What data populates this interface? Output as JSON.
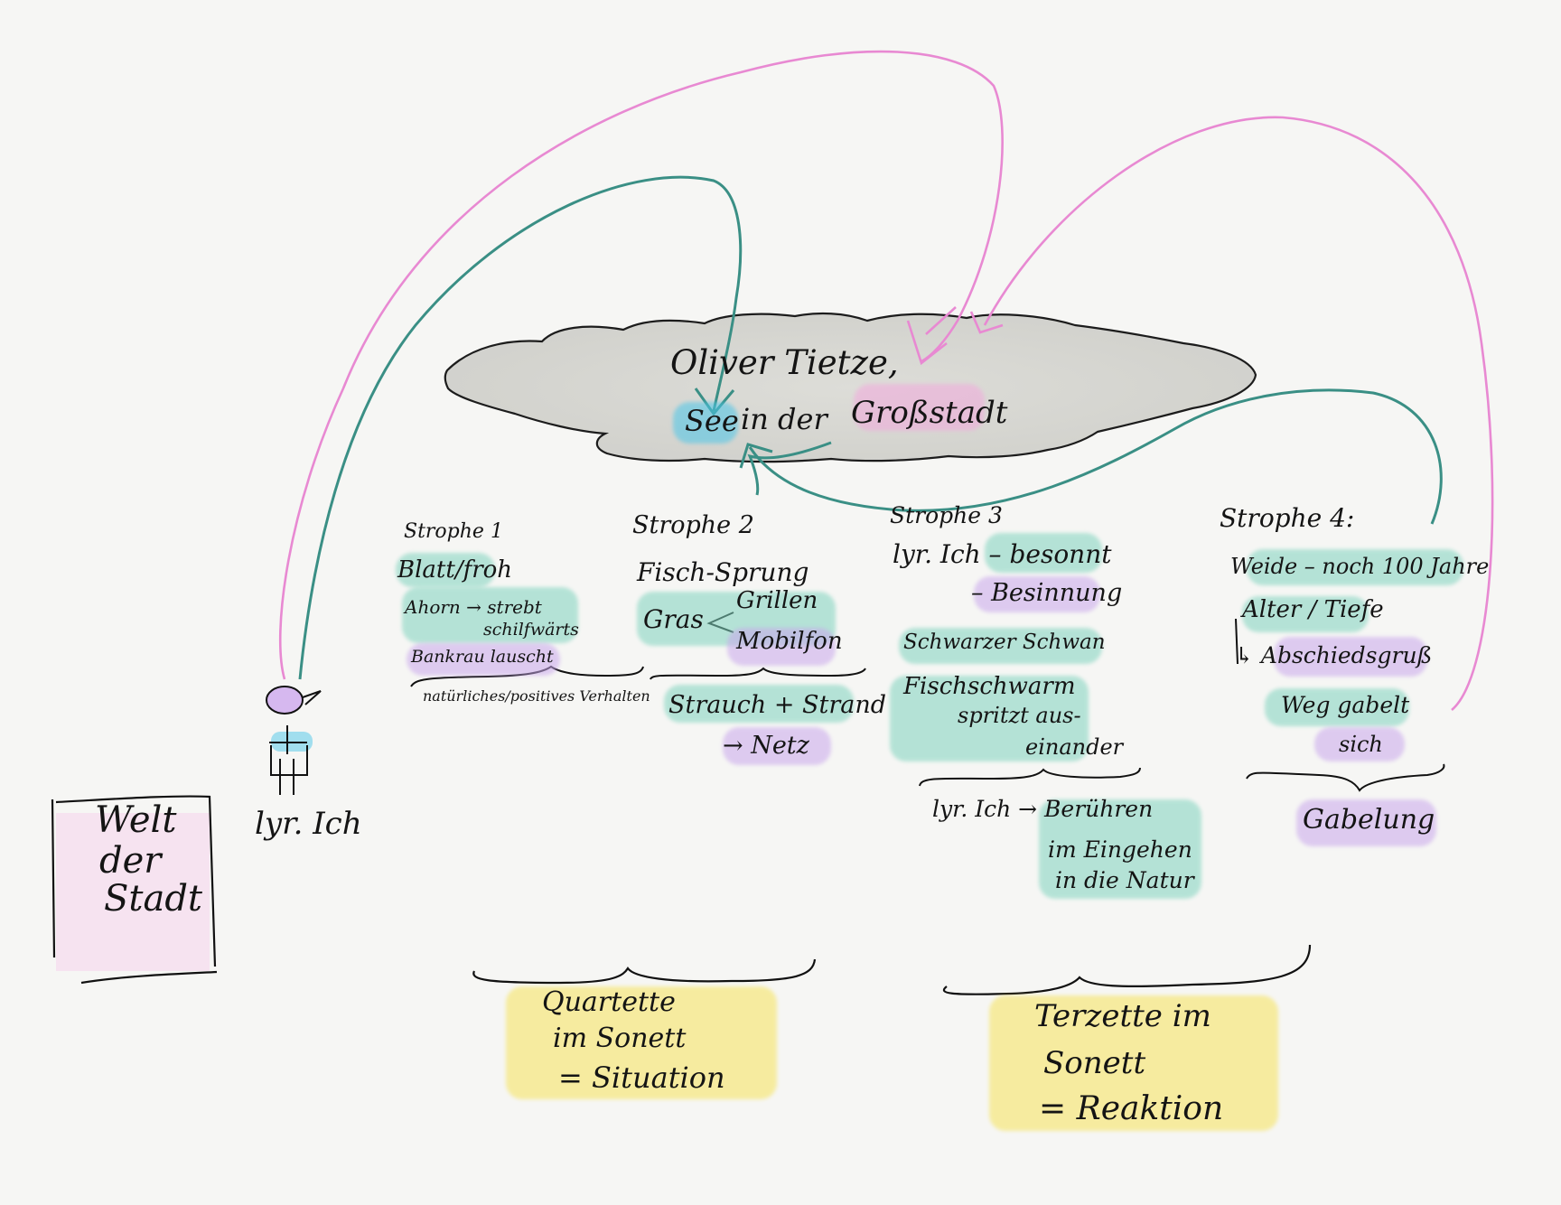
{
  "cloud": {
    "line1": "Oliver Tietze,",
    "word_see": "See",
    "word_in": "in der",
    "word_gross": "Großstadt"
  },
  "figure_label": "lyr. Ich",
  "city_box": {
    "line1": "Welt",
    "line2": "der",
    "line3": "Stadt"
  },
  "strophe1": {
    "title": "Strophe 1",
    "l1": "Blatt/froh",
    "l2": "Ahorn → strebt",
    "l3": "schilfwärts",
    "l4": "Bankrau lauscht",
    "l5": "natürliches/positives Verhalten"
  },
  "strophe2": {
    "title": "Strophe 2",
    "l1": "Fisch-Sprung",
    "l2": "Gras",
    "l3": "Grillen",
    "l4": "Mobilfon",
    "l5": "Strauch + Strand",
    "l6": "→ Netz"
  },
  "strophe3": {
    "title": "Strophe 3",
    "l1": "lyr. Ich – besonnt",
    "l2": "– Besinnung",
    "l3": "Schwarzer Schwan",
    "l4": "Fischschwarm",
    "l5": "spritzt aus-",
    "l6": "einander",
    "l7": "lyr. Ich → Berühren",
    "l8": "im Eingehen",
    "l9": "in die Natur"
  },
  "strophe4": {
    "title": "Strophe 4:",
    "l1": "Weide – noch 100 Jahre",
    "l2": "Alter / Tiefe",
    "l3": "↳ Abschiedsgruß",
    "l4": "Weg gabelt",
    "l5": "sich",
    "l6": "Gabelung"
  },
  "quartette": {
    "l1": "Quartette",
    "l2": "im Sonett",
    "l3": "= Situation"
  },
  "terzette": {
    "l1": "Terzette im",
    "l2": "Sonett",
    "l3": "= Reaktion"
  },
  "colors": {
    "teal": "#3a8f85",
    "pink": "#e889d2",
    "highlight_teal": "#7fd3be",
    "highlight_purple": "#c9a7ec",
    "highlight_yellow": "#f6e35a",
    "highlight_pink": "#f2a9dd",
    "highlight_cyan": "#4cc6e8"
  }
}
